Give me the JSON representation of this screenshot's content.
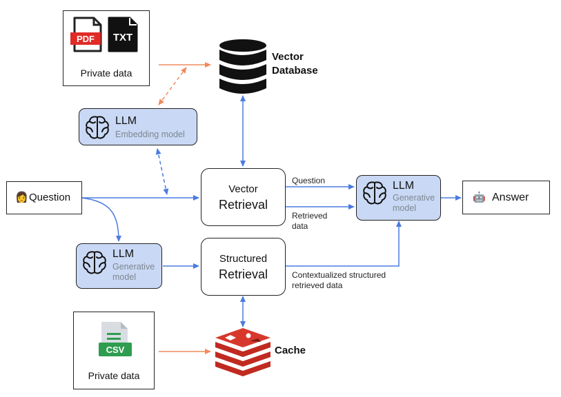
{
  "private_data_top": {
    "label": "Private data",
    "pdf_icon_text": "PDF",
    "txt_icon_text": "TXT"
  },
  "vector_db": {
    "label_line1": "Vector",
    "label_line2": "Database"
  },
  "llm_embedding": {
    "title": "LLM",
    "subtitle": "Embedding model"
  },
  "question": {
    "emoji": "👩",
    "label": "Question"
  },
  "vector_retrieval": {
    "line1": "Vector",
    "line2": "Retrieval"
  },
  "llm_generative_right": {
    "title": "LLM",
    "subtitle_line1": "Generative",
    "subtitle_line2": "model"
  },
  "answer": {
    "emoji": "🤖",
    "label": "Answer"
  },
  "llm_generative_left": {
    "title": "LLM",
    "subtitle_line1": "Generative",
    "subtitle_line2": "model"
  },
  "structured_retrieval": {
    "line1": "Structured",
    "line2": "Retrieval"
  },
  "edge_labels": {
    "question": "Question",
    "retrieved_line1": "Retrieved",
    "retrieved_line2": "data",
    "contextualized_line1": "Contextualized structured",
    "contextualized_line2": "retrieved data"
  },
  "private_data_bottom": {
    "label": "Private data",
    "csv_icon_text": "CSV"
  },
  "cache": {
    "label": "Cache"
  },
  "colors": {
    "blue_arrow": "#4a7be0",
    "orange_arrow": "#f08a5d",
    "llm_fill": "#c9d8f4",
    "redis_red": "#d8382c"
  }
}
